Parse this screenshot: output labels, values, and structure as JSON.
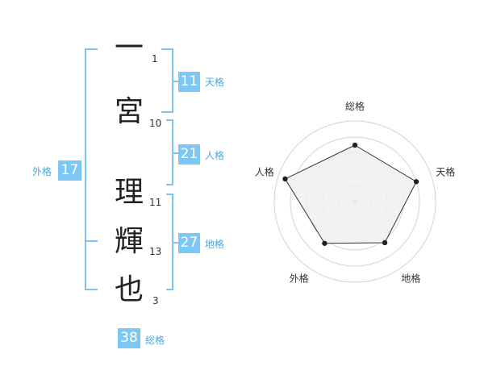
{
  "name": {
    "characters": [
      {
        "char": "一",
        "strokes": "1"
      },
      {
        "char": "宮",
        "strokes": "10"
      },
      {
        "char": "理",
        "strokes": "11"
      },
      {
        "char": "輝",
        "strokes": "13"
      },
      {
        "char": "也",
        "strokes": "3"
      }
    ]
  },
  "kakusu": {
    "tenkaku": {
      "value": "11",
      "label": "天格"
    },
    "jinkaku": {
      "value": "21",
      "label": "人格"
    },
    "chikaku": {
      "value": "27",
      "label": "地格"
    },
    "gaikaku": {
      "value": "17",
      "label": "外格"
    },
    "soukaku": {
      "value": "38",
      "label": "総格"
    }
  },
  "colors": {
    "accent": "#7cc7f5",
    "bracket": "#7cc3f0",
    "label": "#4aa8e0",
    "radar_fill": "#f0f0f0",
    "radar_stroke": "#333333"
  },
  "chart_data": {
    "type": "radar",
    "axes": [
      "総格",
      "天格",
      "地格",
      "外格",
      "人格"
    ],
    "values": [
      0.7,
      0.8,
      0.63,
      0.64,
      0.91
    ],
    "range": [
      0,
      1
    ]
  }
}
